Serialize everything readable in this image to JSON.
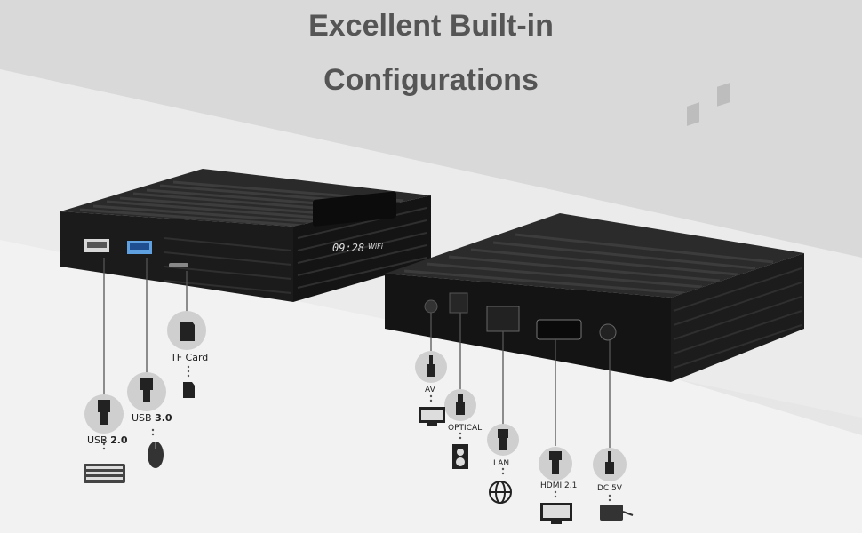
{
  "title": {
    "line1": "Excellent  Built-in",
    "line2": "Configurations"
  },
  "device": {
    "display_time": "09:28",
    "display_wifi": "WiFi"
  },
  "ports": {
    "usb2": {
      "label_prefix": "USB",
      "label_version": "2.0",
      "connector_icon": "usb-a-plug-icon",
      "device_icon": "keyboard-icon"
    },
    "usb3": {
      "label_prefix": "USB",
      "label_version": "3.0",
      "connector_icon": "usb-a-plug-icon",
      "device_icon": "mouse-icon"
    },
    "tf": {
      "label": "TF Card",
      "connector_icon": "sd-card-icon",
      "device_icon": "micro-sd-card-icon"
    },
    "av": {
      "label": "AV",
      "connector_icon": "av-plug-icon",
      "device_icon": "monitor-icon"
    },
    "optical": {
      "label": "OPTICAL",
      "connector_icon": "optical-plug-icon",
      "device_icon": "speaker-icon"
    },
    "lan": {
      "label": "LAN",
      "connector_icon": "rj45-plug-icon",
      "device_icon": "globe-icon"
    },
    "hdmi": {
      "label": "HDMI 2.1",
      "connector_icon": "hdmi-plug-icon",
      "device_icon": "tv-icon"
    },
    "dc": {
      "label": "DC 5V",
      "connector_icon": "dc-plug-icon",
      "device_icon": "power-adapter-icon"
    }
  },
  "colors": {
    "title": "#555555",
    "box": "#1d1d1d",
    "background": "#e9e9e9",
    "circle": "#cfcfcf"
  }
}
